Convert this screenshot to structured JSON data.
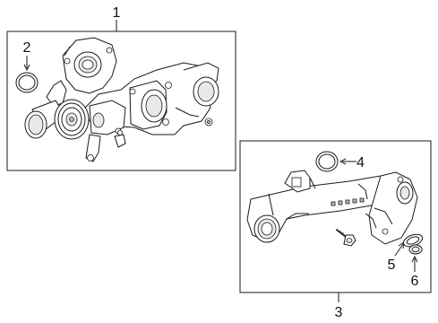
{
  "callouts": {
    "water_pump": "1",
    "pump_o_ring": "2",
    "coolant_pipe": "3",
    "pipe_o_ring": "4",
    "gasket": "5",
    "seal": "6"
  },
  "colors": {
    "stroke": "#1a1a1a",
    "background": "#ffffff"
  }
}
